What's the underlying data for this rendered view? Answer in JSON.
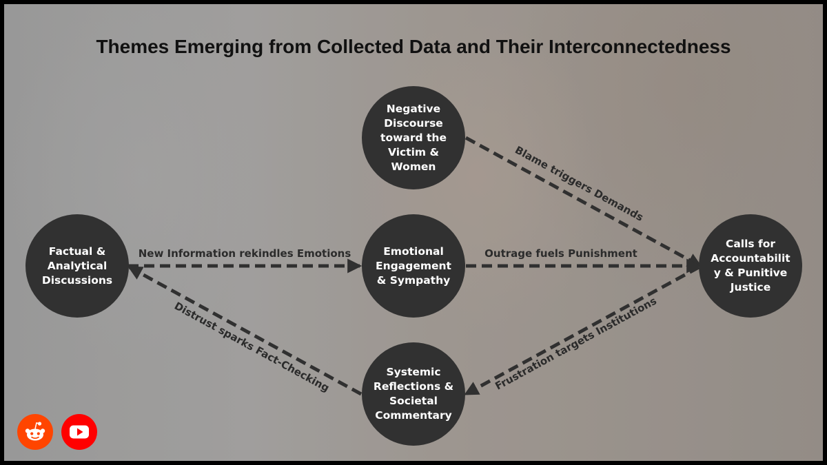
{
  "title": "Themes Emerging from Collected Data and Their Interconnectedness",
  "nodes": {
    "negative": "Negative Discourse toward the Victim & Women",
    "factual": "Factual & Analytical Discussions",
    "emotional": "Emotional Engagement & Sympathy",
    "calls": "Calls for Accountability & Punitive Justice",
    "systemic": "Systemic Reflections & Societal Commentary"
  },
  "edges": {
    "blame": "Blame triggers Demands",
    "new_info": "New Information rekindles Emotions",
    "outrage": "Outrage fuels Punishment",
    "distrust": "Distrust sparks Fact-Checking",
    "frustration": "Frustration targets Institutions"
  },
  "logos": {
    "reddit": "reddit-icon",
    "youtube": "youtube-icon"
  },
  "colors": {
    "node_fill": "#313131",
    "edge": "#303030",
    "reddit": "#ff4500",
    "youtube": "#ff0000"
  }
}
